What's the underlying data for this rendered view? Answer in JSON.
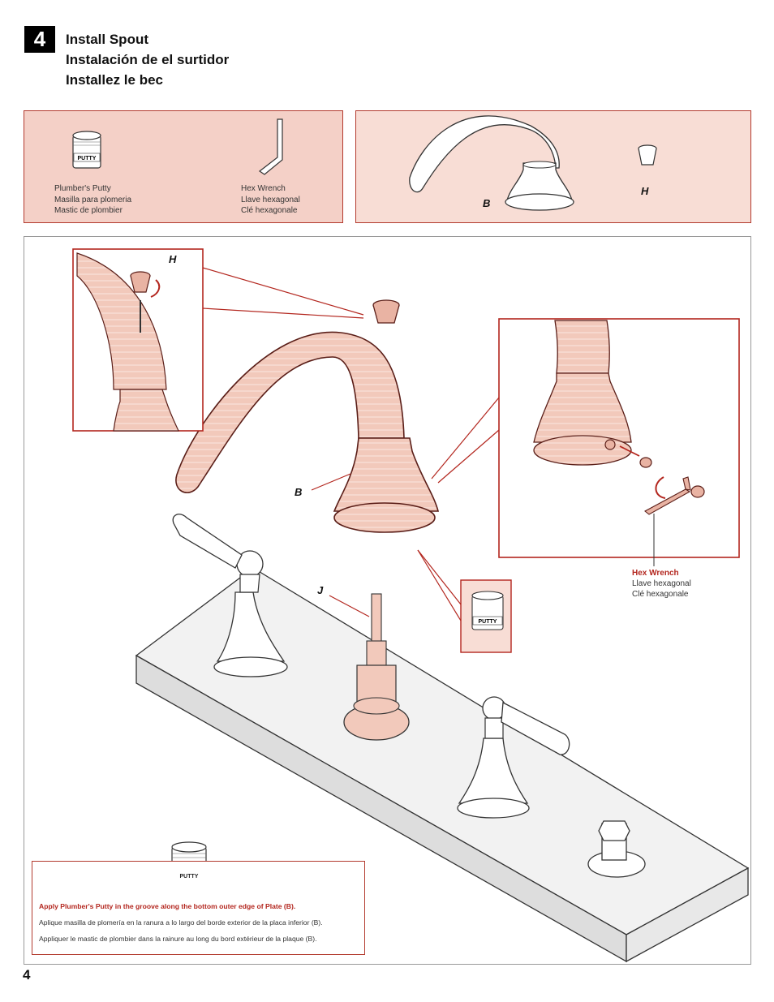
{
  "step": {
    "number": "4",
    "titles": [
      "Install Spout",
      "Instalación de el surtidor",
      "Installez le bec"
    ]
  },
  "tools": {
    "putty": {
      "lines": [
        "Plumber's Putty",
        "Masilla para plomeria",
        "Mastic de plombier"
      ],
      "label": "PUTTY"
    },
    "wrench": {
      "lines": [
        "Hex Wrench",
        "Llave hexagonal",
        "Clé hexagonale"
      ]
    }
  },
  "parts": {
    "spout_label": "B",
    "cap_label": "H"
  },
  "callouts": {
    "h": "H",
    "b": "B",
    "j": "J",
    "hex_wrench": {
      "title": "Hex Wrench",
      "es": "Llave hexagonal",
      "fr": "Clé hexagonale"
    },
    "putty_label": "PUTTY"
  },
  "note": {
    "en": "Apply Plumber's Putty in the groove along the bottom outer edge of Plate (B).",
    "es": "Aplique masilla de plomería en la ranura a lo largo del borde exterior de la placa inferior (B).",
    "fr": "Appliquer le mastic de plombier dans la rainure au long du bord extérieur de la plaque (B).",
    "putty_label": "PUTTY"
  },
  "page_number": "4",
  "colors": {
    "accent_red": "#b3261e",
    "tools_bg": "#f4d0c7",
    "parts_bg": "#f8ddd5",
    "highlight": "#f2c9bb"
  }
}
